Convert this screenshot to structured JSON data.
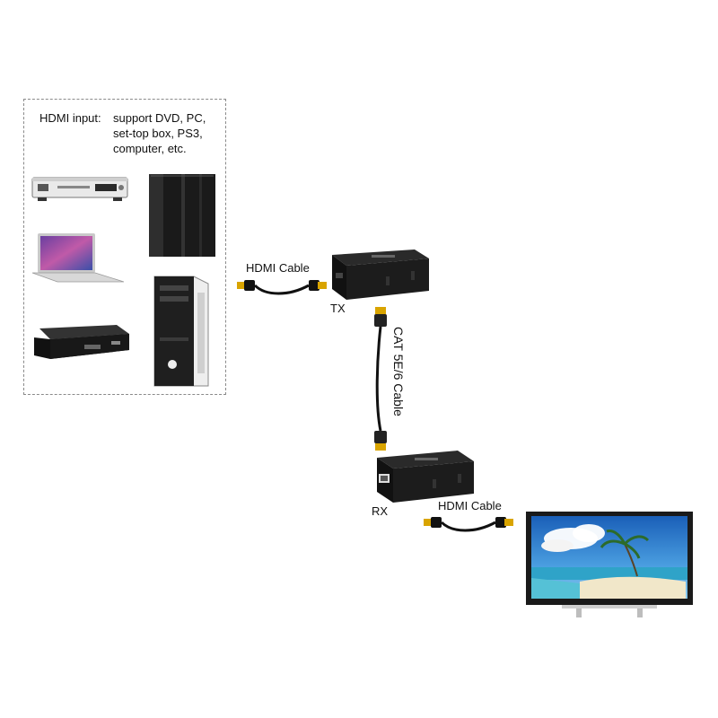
{
  "source_box": {
    "input_label": "HDMI input:",
    "support_lines": [
      "support DVD, PC,",
      "set-top box, PS3,",
      "computer, etc."
    ],
    "devices": [
      "dvd-player",
      "ps3-console",
      "laptop",
      "desktop-tower",
      "set-top-box"
    ]
  },
  "cables": {
    "hdmi_in_label": "HDMI Cable",
    "cat_label": "CAT 5E/6 Cable",
    "hdmi_out_label": "HDMI Cable"
  },
  "transmitter": {
    "label": "TX"
  },
  "receiver": {
    "label": "RX"
  },
  "display": {
    "device": "tv"
  },
  "colors": {
    "device_body": "#1c1c1c",
    "cable": "#111111",
    "connector_gold": "#d9a400",
    "dashed_border": "#8a8a8a"
  }
}
